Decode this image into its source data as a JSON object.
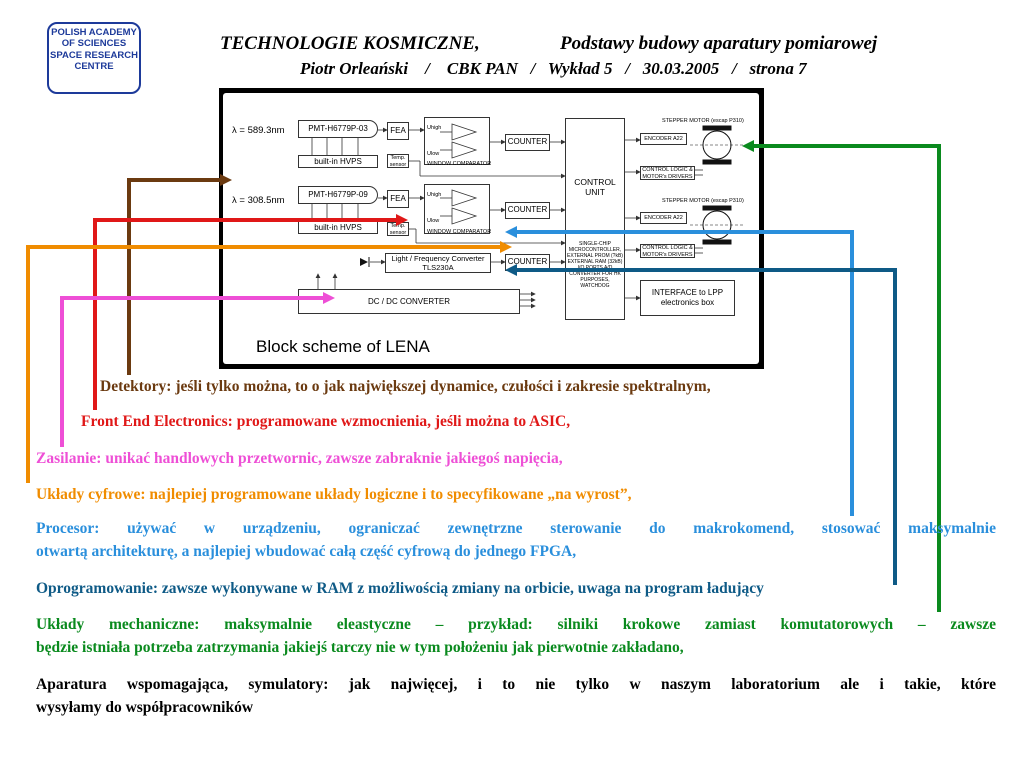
{
  "logo": {
    "line1": "POLISH ACADEMY OF SCIENCES",
    "line2": "SPACE RESEARCH CENTRE"
  },
  "header": {
    "title_left": "TECHNOLOGIE KOSMICZNE,",
    "title_right": "Podstawy budowy aparatury pomiarowej",
    "subtitle": "Piotr Orleański    /    CBK PAN   /   Wykład 5   /   30.03.2005   /   strona 7"
  },
  "diagram": {
    "caption": "Block scheme of LENA",
    "lambda1": "λ = 589.3nm",
    "lambda2": "λ = 308.5nm",
    "pmt1": "PMT-H6779P-03",
    "pmt2": "PMT-H6779P-09",
    "hvps": "built-in HVPS",
    "fea": "FEA",
    "temp_sensor": "Temp. sensor",
    "u_high": "Uhigh",
    "u_low": "Ulow",
    "window_comparator": "WINDOW COMPARATOR",
    "counter": "COUNTER",
    "control_unit": "CONTROL UNIT",
    "mcu_desc": "SINGLE-CHIP MICROCONTROLLER, EXTERNAL PROM (?kB) EXTERNAL RAM (32kB) I/O PORTS A/D CONVERTER FOR HK PURPOSES, WATCHDOG",
    "ltf": "Light / Frequency Converter TLS230A",
    "dcdc": "DC / DC CONVERTER",
    "stepper": "STEPPER MOTOR (escap P310)",
    "encoder": "ENCODER A22",
    "ctrl_logic": "CONTROL LOGIC & MOTOR's DRIVERS",
    "interface": "INTERFACE to LPP electronics box"
  },
  "paragraphs": [
    {
      "text": "Detektory: jeśli tylko można, to o jak największej dynamice, czułości i zakresie spektralnym,",
      "color": "#6b3a10"
    },
    {
      "text": "Front End Electronics: programowane wzmocnienia, jeśli można to ASIC,",
      "color": "#e01818"
    },
    {
      "text": "Zasilanie: unikać handlowych przetwornic, zawsze zabraknie jakiegoś napięcia,",
      "color": "#ee4fd6"
    },
    {
      "text": "Układy cyfrowe: najlepiej programowane układy logiczne i to specyfikowane „na wyrost”,",
      "color": "#f08c00"
    },
    {
      "text": "Procesor: używać w urządzeniu, ograniczać zewnętrzne sterowanie do makrokomend, stosować maksymalnie",
      "color": "#2a8fdc"
    },
    {
      "text": "otwartą architekturę, a najlepiej wbudować całą część cyfrową do jednego FPGA,",
      "color": "#2a8fdc"
    },
    {
      "text": "Oprogramowanie: zawsze wykonywane w RAM z możliwością zmiany na orbicie, uwaga na program ładujący",
      "color": "#0e5a86"
    },
    {
      "text": "Układy mechaniczne: maksymalnie eleastyczne – przykład: silniki krokowe zamiast komutatorowych – zawsze",
      "color": "#0a8a1e"
    },
    {
      "text": "będzie istniała potrzeba zatrzymania jakiejś tarczy nie w tym położeniu jak pierwotnie zakładano,",
      "color": "#0a8a1e"
    },
    {
      "text": "Aparatura wspomagająca, symulatory: jak najwięcej, i to nie tylko w naszym laboratorium ale i takie, które",
      "color": "#000000"
    },
    {
      "text": "wysyłamy do współpracowników",
      "color": "#000000"
    }
  ]
}
